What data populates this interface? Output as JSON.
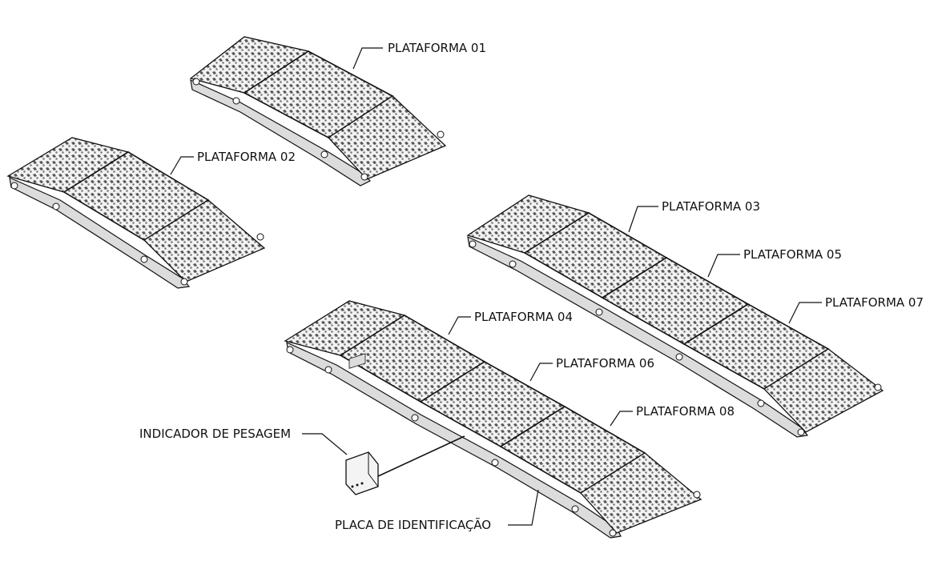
{
  "labels": {
    "p01": "PLATAFORMA 01",
    "p02": "PLATAFORMA 02",
    "p03": "PLATAFORMA 03",
    "p04": "PLATAFORMA 04",
    "p05": "PLATAFORMA 05",
    "p06": "PLATAFORMA 06",
    "p07": "PLATAFORMA 07",
    "p08": "PLATAFORMA 08",
    "indicator": "INDICADOR DE PESAGEM",
    "plate": "PLACA  DE IDENTIFICAÇÃO"
  },
  "colors": {
    "line": "#111111",
    "plate_fill": "#e6e6e6",
    "background": "#ffffff"
  }
}
